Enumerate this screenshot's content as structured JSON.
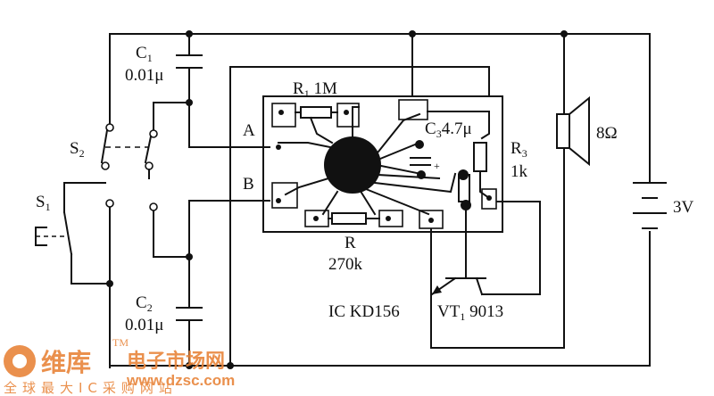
{
  "labels": {
    "c1": "C",
    "c1_sub": "1",
    "c1_value": "0.01μ",
    "c2": "C",
    "c2_sub": "2",
    "c2_value": "0.01μ",
    "r1": "R",
    "r1_sub": "1",
    "r1_value": "1M",
    "r": "R",
    "r_value": "270k",
    "c3": "C",
    "c3_sub": "3",
    "c3_value": "4.7μ",
    "r3": "R",
    "r3_sub": "3",
    "r3_value": "1k",
    "s1": "S",
    "s1_sub": "1",
    "s2": "S",
    "s2_sub": "2",
    "pin_a": "A",
    "pin_b": "B",
    "speaker": "8Ω",
    "battery": "3V",
    "ic": "IC KD156",
    "vt1": "VT",
    "vt1_sub": "1",
    "vt1_value": "9013"
  },
  "watermark": {
    "logo": "维库",
    "site": "电子市场网",
    "url": "www.dzsc.com",
    "tagline": "全球最大IC采购网站",
    "tm": "TM"
  },
  "colors": {
    "line": "#111111",
    "watermark": "#e8843a"
  }
}
